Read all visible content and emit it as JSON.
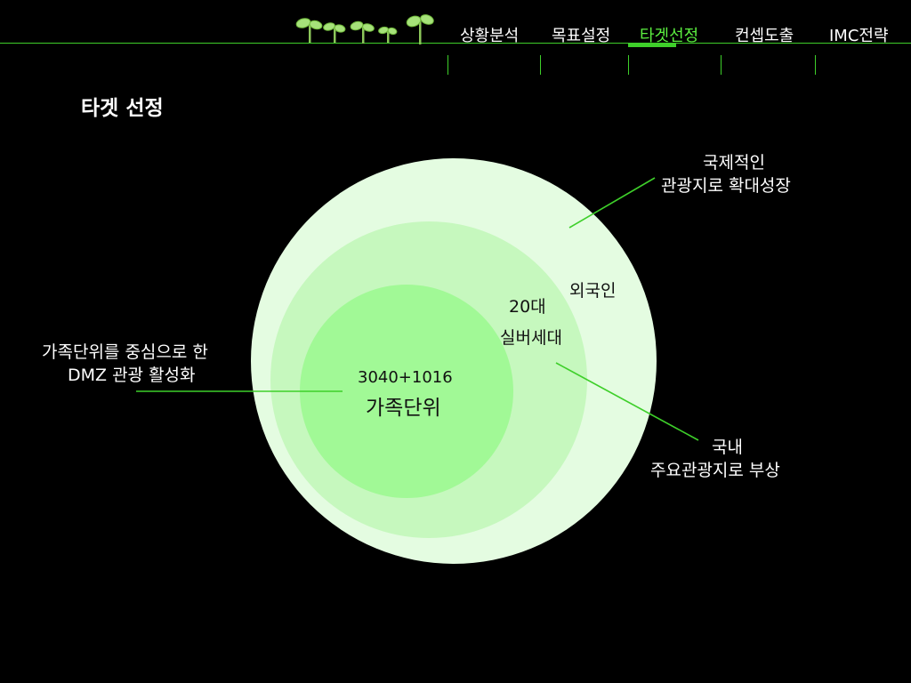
{
  "nav": {
    "items": [
      {
        "label": "상황분석",
        "active": false
      },
      {
        "label": "목표설정",
        "active": false
      },
      {
        "label": "타겟선정",
        "active": true
      },
      {
        "label": "컨셉도출",
        "active": false
      },
      {
        "label": "IMC전략",
        "active": false
      }
    ]
  },
  "page": {
    "title": "타겟 선정"
  },
  "diagram": {
    "outer_label": "외국인",
    "middle_label_line1": "20대",
    "middle_label_line2": "실버세대",
    "inner_label_line1": "3040+1016",
    "inner_label_line2": "가족단위",
    "callout_intl_line1": "국제적인",
    "callout_intl_line2": "관광지로 확대성장",
    "callout_domestic_line1": "국내",
    "callout_domestic_line2": "주요관광지로 부상",
    "callout_family_line1": "가족단위를 중심으로 한",
    "callout_family_line2": "DMZ 관광 활성화"
  },
  "colors": {
    "outer_circle": "#e4fce1",
    "middle_circle": "#c6f8be",
    "inner_circle": "#a1f996",
    "accent": "#3ecf2a",
    "active_nav": "#5cf040"
  }
}
